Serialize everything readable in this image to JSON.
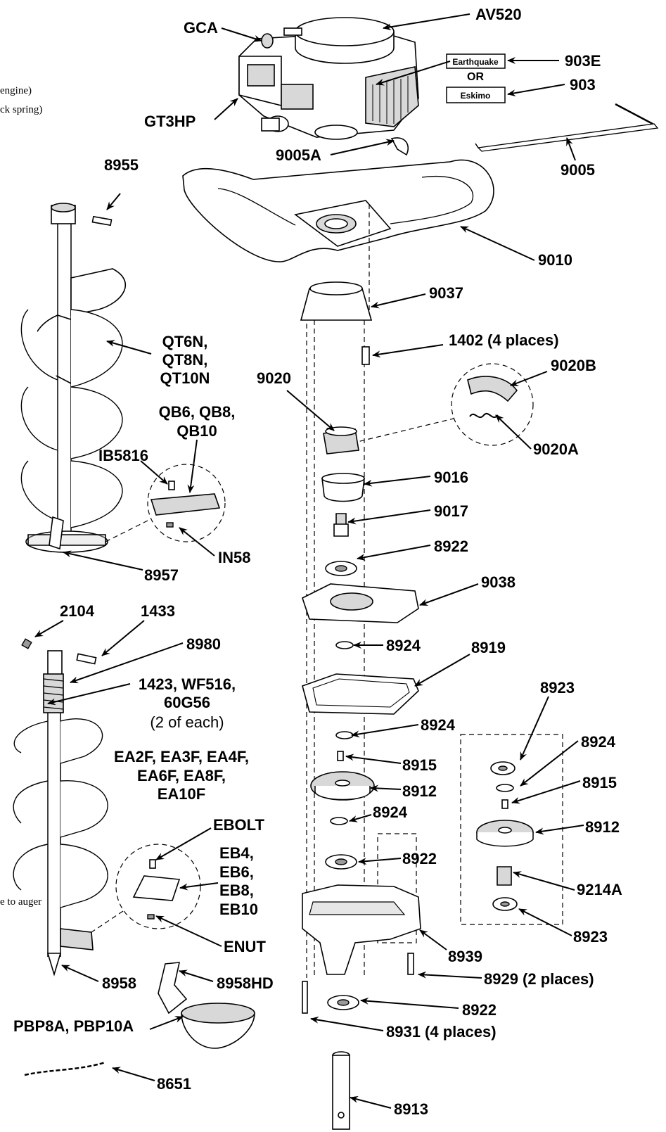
{
  "callouts": {
    "gca": "GCA",
    "av520": "AV520",
    "gt3hp": "GT3HP",
    "p903e": "903E",
    "or": "OR",
    "p903": "903",
    "brand_earthquake": "Earthquake",
    "brand_eskimo": "Eskimo",
    "p9005a": "9005A",
    "p9005": "9005",
    "p8955": "8955",
    "p9010": "9010",
    "p9037": "9037",
    "p1402": "1402 (4 places)",
    "qt_line1": "QT6N,",
    "qt_line2": "QT8N,",
    "qt_line3": "QT10N",
    "p9020": "9020",
    "p9020b": "9020B",
    "qb_line1": "QB6, QB8,",
    "qb_line2": "QB10",
    "ib5816": "IB5816",
    "p9020a": "9020A",
    "p9016": "9016",
    "p9017": "9017",
    "p8922_a": "8922",
    "in58": "IN58",
    "p8957": "8957",
    "p9038": "9038",
    "p2104": "2104",
    "p1433": "1433",
    "p8980": "8980",
    "p8924_a": "8924",
    "p8919": "8919",
    "p1423_line1": "1423, WF516,",
    "p1423_line2": "60G56",
    "p1423_line3": "(2 of each)",
    "p8923_a": "8923",
    "p8924_b": "8924",
    "p8924_c": "8924",
    "p8915_a": "8915",
    "p8915_b": "8915",
    "ea_line1": "EA2F, EA3F, EA4F,",
    "ea_line2": "EA6F, EA8F,",
    "ea_line3": "EA10F",
    "p8912_a": "8912",
    "p8912_b": "8912",
    "p8924_d": "8924",
    "ebolt": "EBOLT",
    "eb_line1": "EB4,",
    "eb_line2": "EB6,",
    "eb_line3": "EB8,",
    "eb_line4": "EB10",
    "p8922_b": "8922",
    "p9214a": "9214A",
    "p8923_b": "8923",
    "enut": "ENUT",
    "p8939": "8939",
    "p8958": "8958",
    "p8958hd": "8958HD",
    "p8929": "8929 (2 places)",
    "p8922_c": "8922",
    "pbp": "PBP8A, PBP10A",
    "p8931": "8931 (4 places)",
    "p8651": "8651",
    "p8913": "8913"
  },
  "cut_text": {
    "engine": "engine)",
    "spring": "ck spring)",
    "auger": "e to auger"
  }
}
